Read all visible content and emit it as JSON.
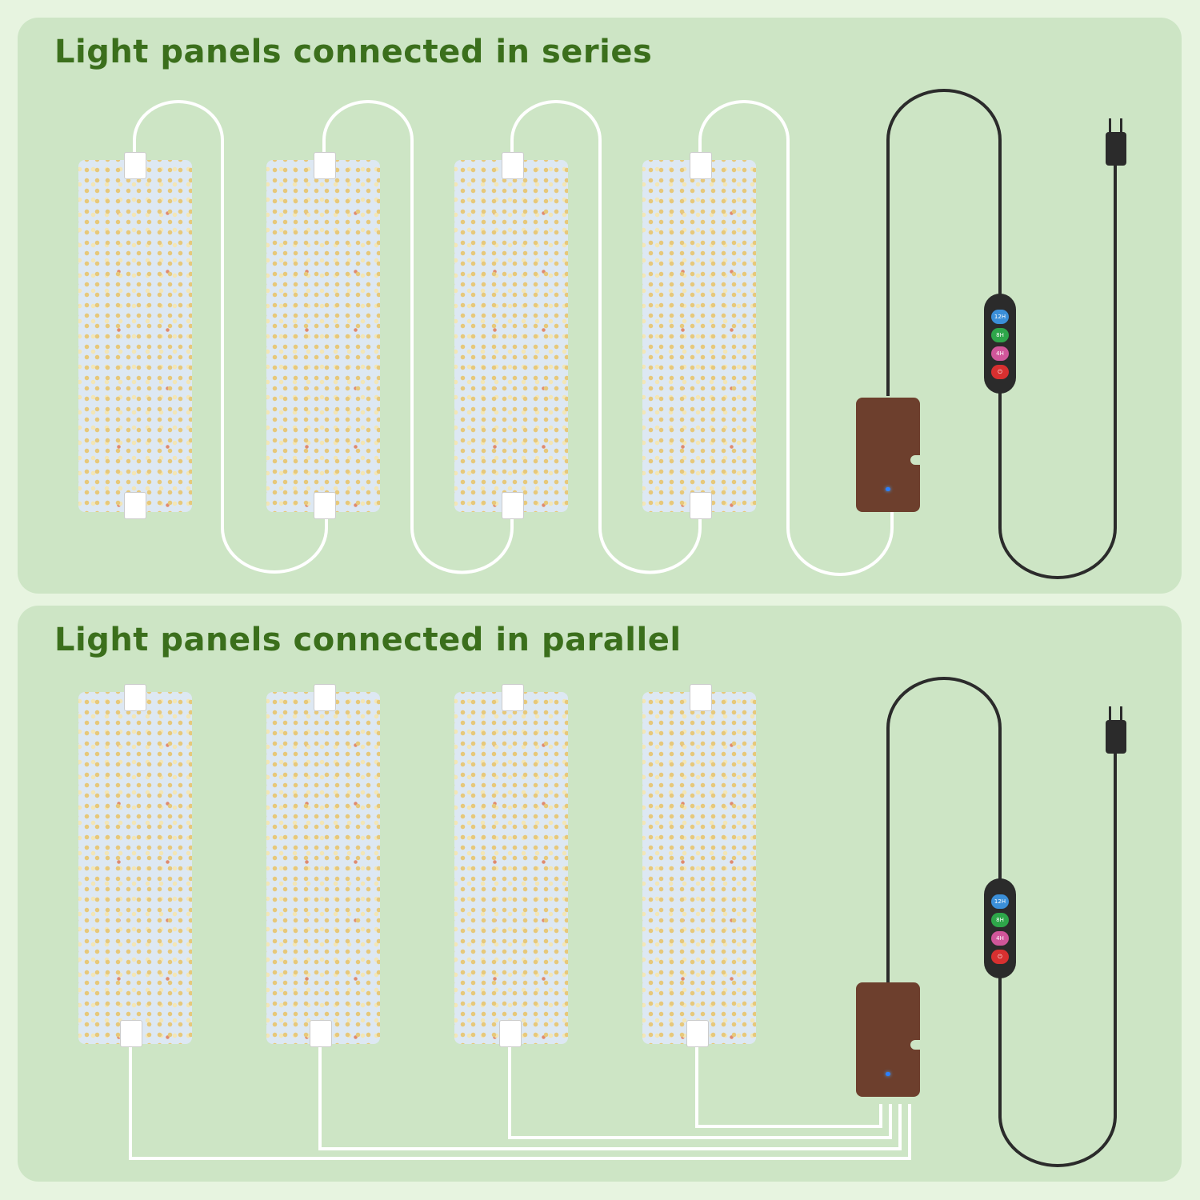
{
  "series": {
    "title": "Light panels connected in series"
  },
  "parallel": {
    "title": "Light panels connected in parallel"
  },
  "switch": {
    "timers": [
      "12H",
      "8H",
      "4H"
    ],
    "power_icon": "power-icon"
  },
  "colors": {
    "title": "#3b6f1c",
    "card": "#cde5c5",
    "controller": "#6d3f2d",
    "cord": "#2b2b2b",
    "wire": "#ffffff"
  }
}
